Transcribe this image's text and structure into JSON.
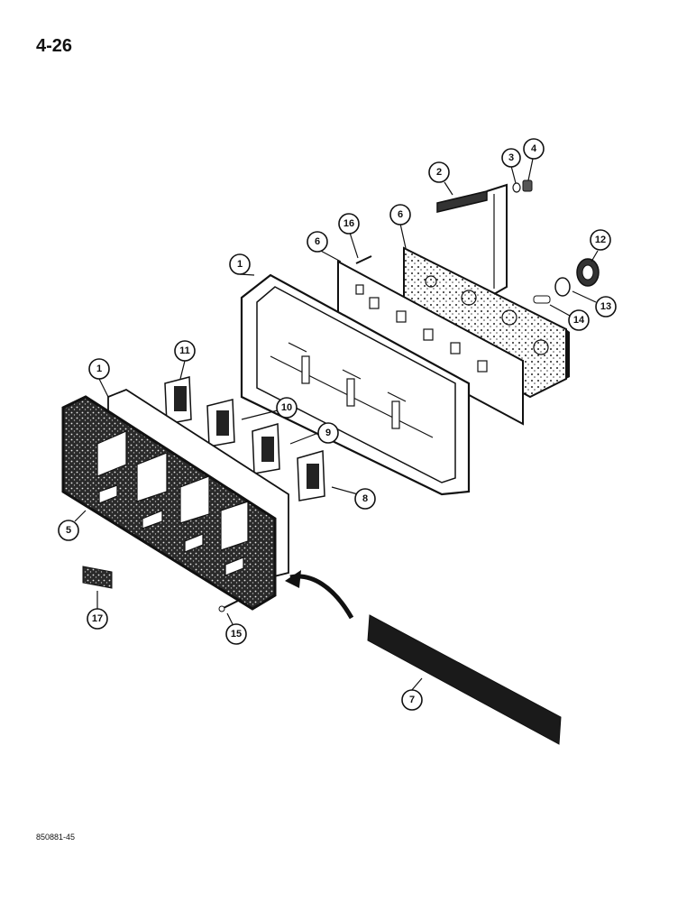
{
  "page": {
    "number": "4-26",
    "figure_code": "850881-45"
  },
  "callouts": [
    {
      "label": "1"
    },
    {
      "label": "1"
    },
    {
      "label": "2"
    },
    {
      "label": "3"
    },
    {
      "label": "4"
    },
    {
      "label": "5"
    },
    {
      "label": "6"
    },
    {
      "label": "6"
    },
    {
      "label": "7"
    },
    {
      "label": "8"
    },
    {
      "label": "9"
    },
    {
      "label": "10"
    },
    {
      "label": "11"
    },
    {
      "label": "12"
    },
    {
      "label": "13"
    },
    {
      "label": "14"
    },
    {
      "label": "15"
    },
    {
      "label": "16"
    },
    {
      "label": "17"
    }
  ]
}
